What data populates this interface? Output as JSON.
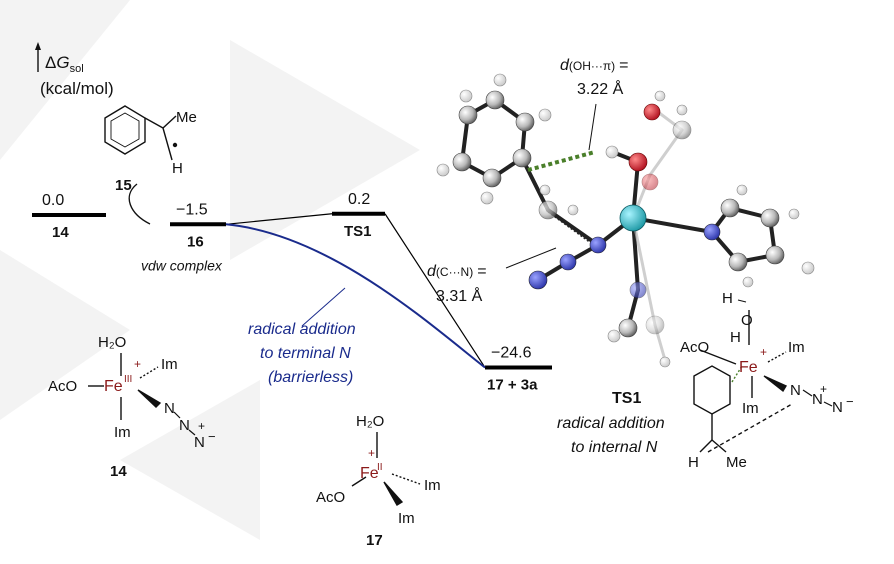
{
  "axis": {
    "dg": "Δ",
    "g": "G",
    "sol": "sol",
    "unit": "(kcal/mol)"
  },
  "levels": [
    {
      "id": "14",
      "energy": "0.0",
      "label": "14"
    },
    {
      "id": "16",
      "energy": "−1.5",
      "label": "16",
      "note": "vdw complex"
    },
    {
      "id": "TS1",
      "energy": "0.2",
      "label": "TS1"
    },
    {
      "id": "17",
      "energy": "−24.6",
      "label": "17 + 3a"
    }
  ],
  "energies": {
    "e14": 0.0,
    "e16": -1.5,
    "eTS1": 0.2,
    "e17": -24.6
  },
  "compound15": {
    "label": "15",
    "me": "Me",
    "h": "H"
  },
  "pathway": {
    "line1": "radical addition",
    "line2": "to terminal N",
    "line3": "(barrierless)"
  },
  "complex14": {
    "h2o": "H₂O",
    "aco": "AcO",
    "fe": "Fe",
    "ox": "III",
    "plus": "+",
    "im_top": "Im",
    "im_bottom": "Im",
    "n1": "N",
    "n2": "N",
    "n3": "N",
    "nplus": "+",
    "nminus": "−",
    "label": "14"
  },
  "complex17": {
    "h2o": "H₂O",
    "aco": "AcO",
    "fe": "Fe",
    "ox": "II",
    "plus": "+",
    "im_right": "Im",
    "im_bottom": "Im",
    "label": "17"
  },
  "distances": {
    "d1_prefix": "d",
    "d1_sub": "(OH···π)",
    "d1_eq": "=",
    "d1_value": "3.22 Å",
    "d2_prefix": "d",
    "d2_sub": "(C···N)",
    "d2_eq": "=",
    "d2_value": "3.31 Å"
  },
  "ts1": {
    "label": "TS1",
    "caption1": "radical addition",
    "caption2": "to internal N",
    "h": "H",
    "o": "O",
    "aco": "AcO",
    "h_left": "H",
    "fe": "Fe",
    "plus": "+",
    "im_right": "Im",
    "im_bottom": "Im",
    "n1": "N",
    "n2": "N",
    "n3": "N",
    "nplus": "+",
    "nminus": "−",
    "h_bottom": "H",
    "me": "Me"
  },
  "colors": {
    "blue_curve": "#1a2b8c",
    "fe_red": "#8b1a1a",
    "green_dash": "#4a7f2a",
    "fe_atom": "#2bb5c0",
    "n_atom": "#3b46c9",
    "o_atom": "#d0182a"
  }
}
